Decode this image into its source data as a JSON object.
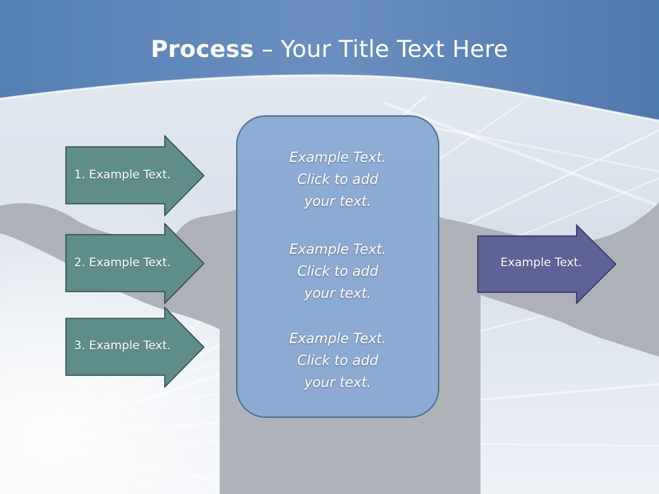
{
  "slide": {
    "title_bold": "Process",
    "title_dash": " – ",
    "title_rest": "Your Title Text Here"
  },
  "inputs": [
    {
      "label": "1. Example Text."
    },
    {
      "label": "2. Example Text."
    },
    {
      "label": "3. Example Text."
    }
  ],
  "process_box": {
    "blocks": [
      {
        "lines": [
          "Example Text.",
          "Click  to add",
          "your text."
        ]
      },
      {
        "lines": [
          "Example Text.",
          "Click  to add",
          "your text."
        ]
      },
      {
        "lines": [
          "Example Text.",
          "Click  to add",
          "your text."
        ]
      }
    ]
  },
  "output": {
    "label": "Example Text."
  },
  "colors": {
    "header_blue": "#5b84b8",
    "input_arrow_fill": "#5f8e8a",
    "input_arrow_stroke": "#2e4a48",
    "process_fill": "#8aaad3",
    "process_stroke": "#4f6f96",
    "output_arrow_fill": "#5f6297",
    "output_arrow_stroke": "#2c2e56",
    "silhouette": "#a9adb4"
  }
}
